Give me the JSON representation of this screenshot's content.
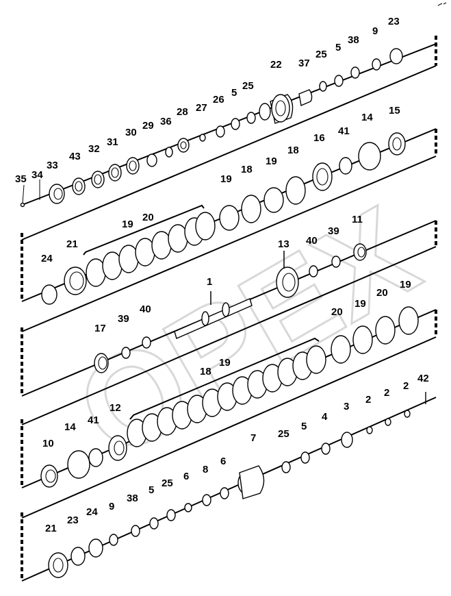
{
  "watermark": {
    "text": "OPEX"
  },
  "callouts": {
    "row1": [
      "35",
      "34",
      "33",
      "43",
      "32",
      "31",
      "30",
      "29",
      "36",
      "28",
      "27",
      "26",
      "5",
      "25",
      "22",
      "37",
      "25",
      "5",
      "38",
      "9",
      "23"
    ],
    "row2": [
      "24",
      "21",
      "19",
      "20",
      "19",
      "18",
      "19",
      "18",
      "16",
      "41",
      "14",
      "15"
    ],
    "row3": [
      "17",
      "39",
      "40",
      "1",
      "13",
      "40",
      "39",
      "11"
    ],
    "row4": [
      "18",
      "19",
      "20",
      "19",
      "20",
      "19"
    ],
    "row5": [
      "10",
      "14",
      "41",
      "12",
      "7",
      "25",
      "5",
      "4",
      "3",
      "2",
      "2",
      "2",
      "42"
    ],
    "row6": [
      "21",
      "23",
      "24",
      "9",
      "38",
      "5",
      "25",
      "6",
      "8",
      "6"
    ]
  }
}
